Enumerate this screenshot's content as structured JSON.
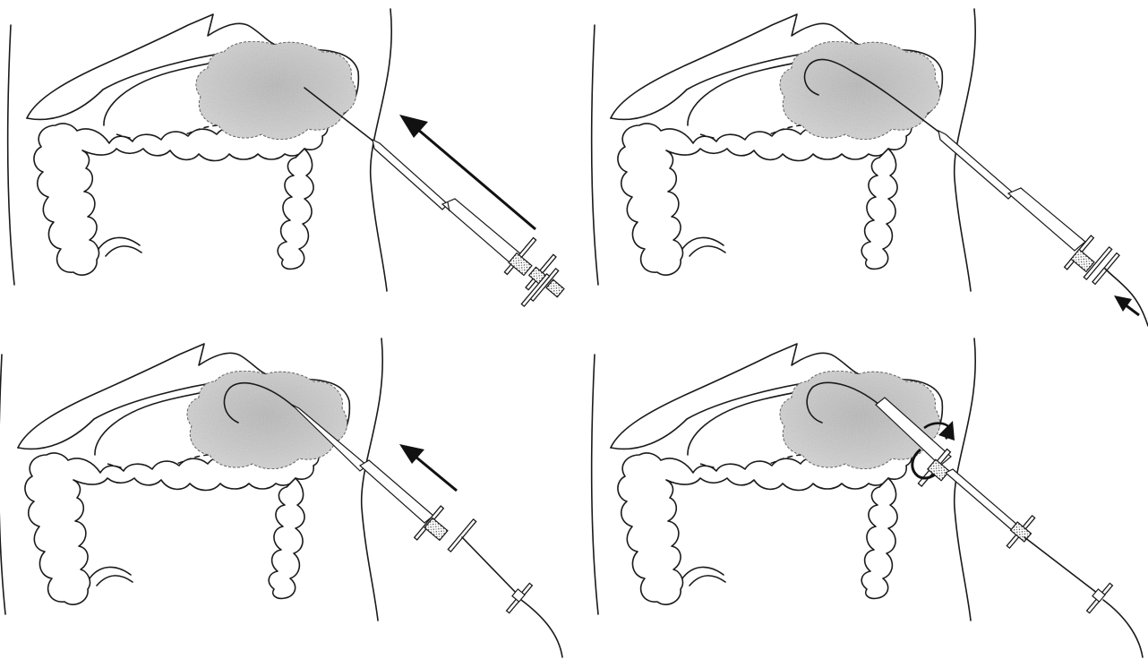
{
  "figure": {
    "panels": [
      {
        "id": "panel-1",
        "step": "needle-insertion",
        "arrow": "large-arrow-up-left"
      },
      {
        "id": "panel-2",
        "step": "guidewire-advance",
        "arrow": "small-arrow-up-left"
      },
      {
        "id": "panel-3",
        "step": "dilator-advance",
        "arrow": "medium-arrow-up-left"
      },
      {
        "id": "panel-4",
        "step": "sheath-rotation",
        "arrow": "rotation-arrow"
      }
    ],
    "colors": {
      "line": "#1a1a1a",
      "tumor_fill": "#c8c8c8",
      "background": "#ffffff"
    }
  }
}
